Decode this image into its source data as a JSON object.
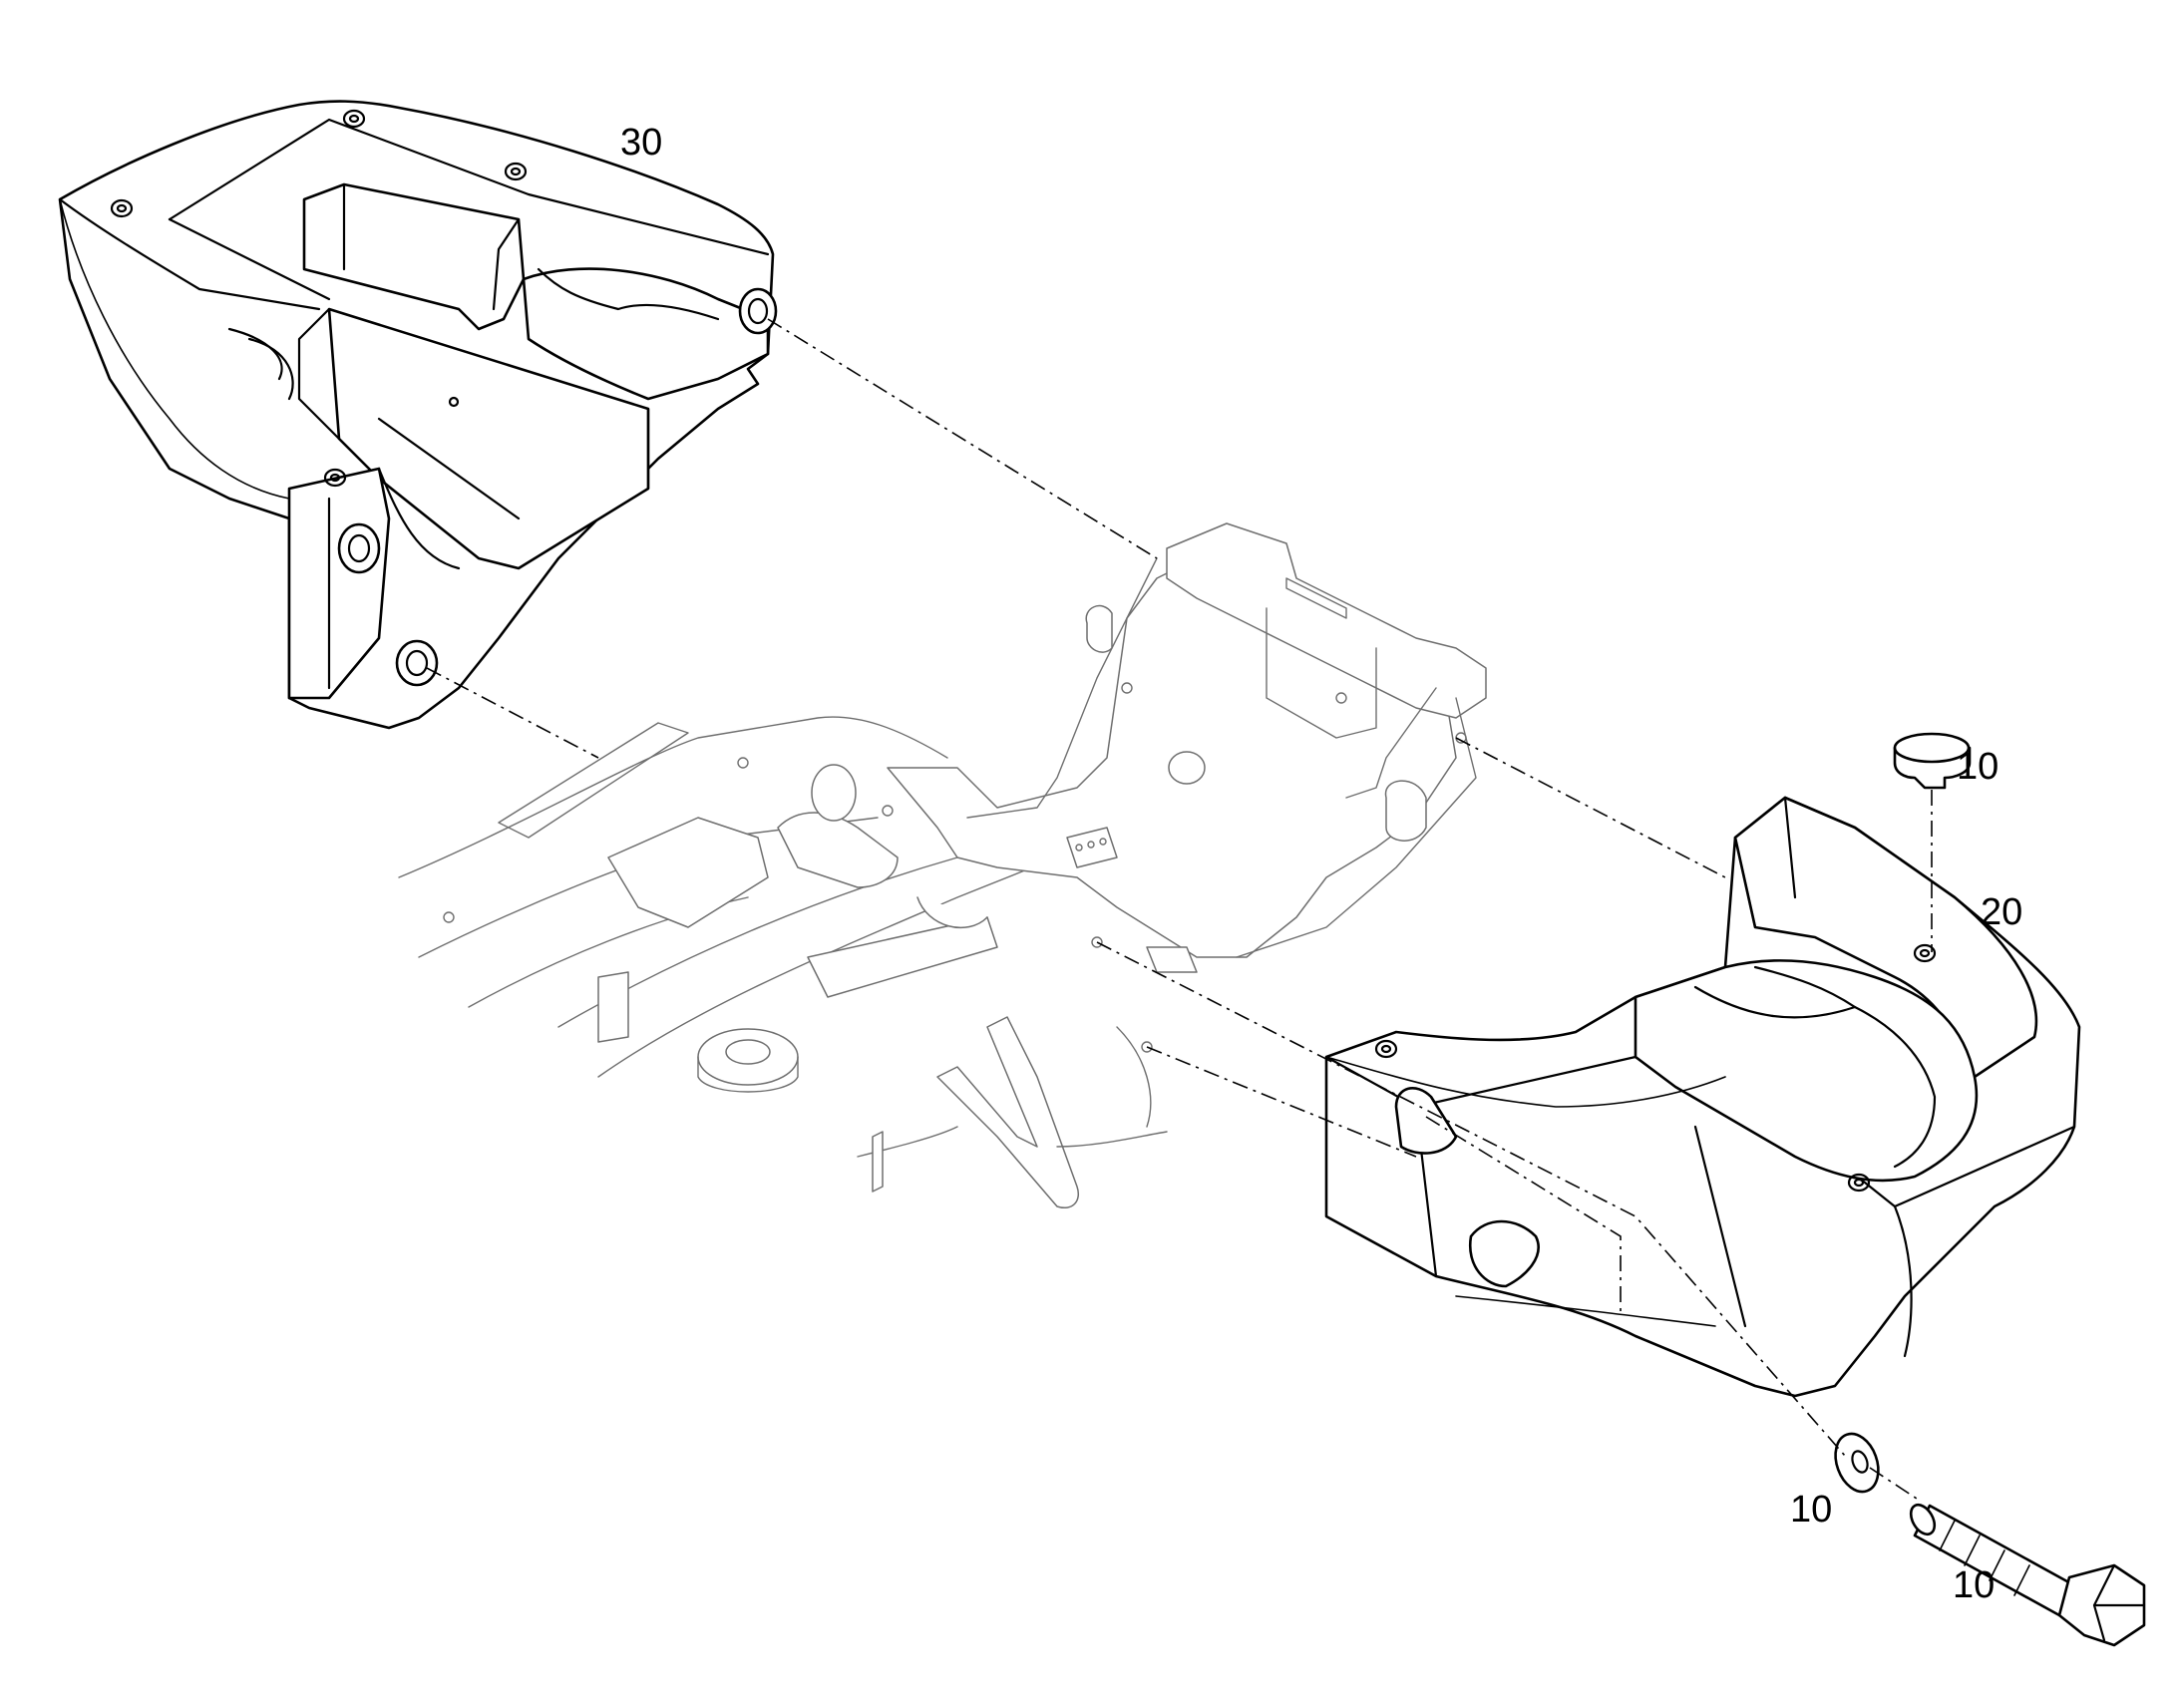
{
  "callouts": {
    "counterweight_left": "30",
    "counterweight_right": "20",
    "plug": "10",
    "washer": "10",
    "bolt": "10"
  },
  "colors": {
    "line": "#000000",
    "frame_line": "#6e6e6e",
    "background": "#ffffff"
  }
}
